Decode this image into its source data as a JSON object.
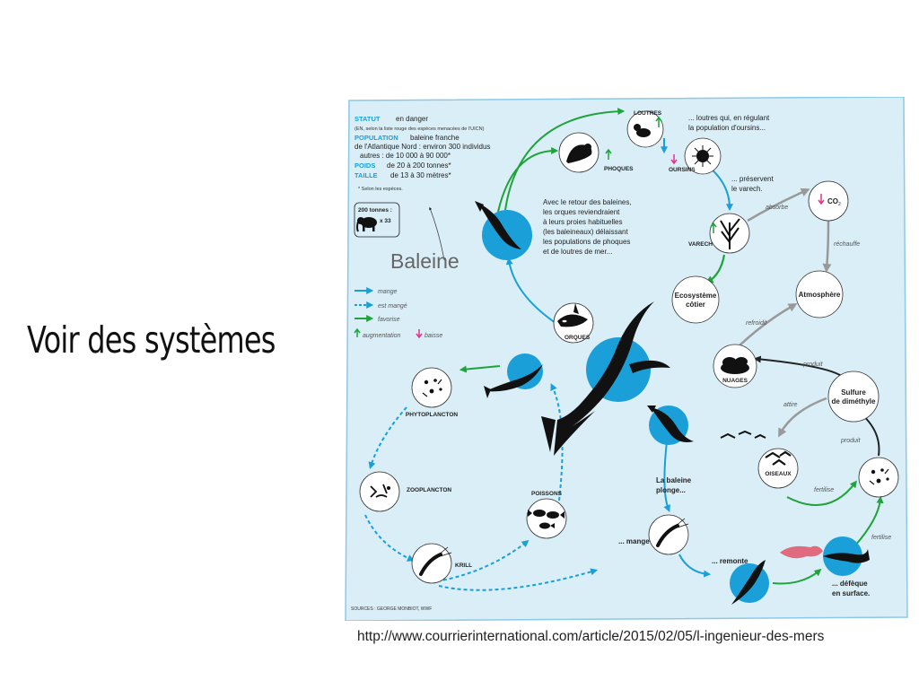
{
  "slide": {
    "title": "Voir des systèmes",
    "source_url": "http://www.courrierinternational.com/article/2015/02/05/l-ingenieur-des-mers"
  },
  "colors": {
    "background": "#d9eef7",
    "blue": "#1a9fd8",
    "green": "#1fa33b",
    "gray": "#999999",
    "red": "#e5318b",
    "feces": "#e06a7e"
  },
  "infobox": {
    "statut_key": "STATUT",
    "statut_val": "en danger",
    "statut_note": "(EN, selon la liste rouge des espèces menacées de l'UICN)",
    "population_key": "POPULATION",
    "population_line1": "baleine franche",
    "population_line2": "de l'Atlantique Nord : environ 300 individus",
    "population_line3": "autres : de 10 000 à 90 000*",
    "poids_key": "POIDS",
    "poids_val": "de 20 à 200 tonnes*",
    "taille_key": "TAILLE",
    "taille_val": "de 13 à 30 mètres*",
    "footnote": "* Selon les espèces.",
    "tonnes": "200 tonnes :",
    "multiplier": "x 33",
    "whale_label": "Baleine"
  },
  "legend": {
    "mange": "mange",
    "est_mange": "est mangé",
    "favorise": "favorise",
    "augmentation": "augmentation",
    "baisse": "baisse"
  },
  "nodes": {
    "loutres": "LOUTRES",
    "phoques": "PHOQUES",
    "oursins": "OURSINS",
    "varech": "VARECH",
    "orques": "ORQUES",
    "co2": "CO",
    "co2_sub": "2",
    "ecosysteme_1": "Ecosystème",
    "ecosysteme_2": "côtier",
    "atmosphere": "Atmosphère",
    "nuages": "NUAGES",
    "sulfure_1": "Sulfure",
    "sulfure_2": "de diméthyle",
    "oiseaux": "OISEAUX",
    "phytoplancton": "PHYTOPLANCTON",
    "zooplancton": "ZOOPLANCTON",
    "poissons": "POISSONS",
    "krill": "KRILL"
  },
  "texts": {
    "loutres_1": "... loutres qui, en régulant",
    "loutres_2": "la population d'oursins...",
    "preservent_1": "... préservent",
    "preservent_2": "le varech.",
    "retour_1": "Avec le retour des baleines,",
    "retour_2": "les orques reviendraient",
    "retour_3": "à leurs proies habituelles",
    "retour_4": "(les baleineaux) délaissant",
    "retour_5": "les populations de phoques",
    "retour_6": "et de loutres de mer...",
    "plonge_1": "La baleine",
    "plonge_2": "plonge...",
    "mange": "... mange",
    "remonte": "... remonte",
    "defeque_1": "... défèque",
    "defeque_2": "en surface.",
    "sources": "SOURCES : GEORGE MONBIOT, WWF"
  },
  "edges": {
    "absorbe": "absorbe",
    "rechauffe": "réchauffe",
    "refroidit": "refroidit",
    "produit_top": "produit",
    "attire": "attire",
    "produit_right": "produit",
    "fertilise_1": "fertilise",
    "fertilise_2": "fertilise"
  }
}
